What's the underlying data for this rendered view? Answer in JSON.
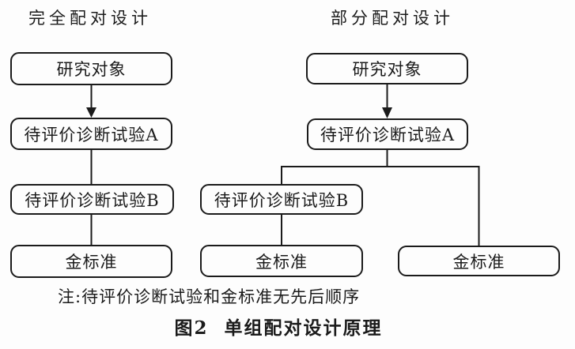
{
  "colors": {
    "ink": "#1b1b1b",
    "background": "#fdfdfd"
  },
  "left_diagram": {
    "title": "完全配对设计",
    "boxes": [
      {
        "label": "研究对象"
      },
      {
        "label": "待评价诊断试验A"
      },
      {
        "label": "待评价诊断试验B"
      },
      {
        "label": "金标准"
      }
    ]
  },
  "right_diagram": {
    "title": "部分配对设计",
    "boxes": [
      {
        "label": "研究对象"
      },
      {
        "label": "待评价诊断试验A"
      },
      {
        "label": "待评价诊断试验B"
      },
      {
        "label": "金标准"
      },
      {
        "label": "金标准"
      }
    ]
  },
  "note": "注:待评价诊断试验和金标准无先后顺序",
  "caption": {
    "figure_label": "图2",
    "text": "单组配对设计原理"
  }
}
